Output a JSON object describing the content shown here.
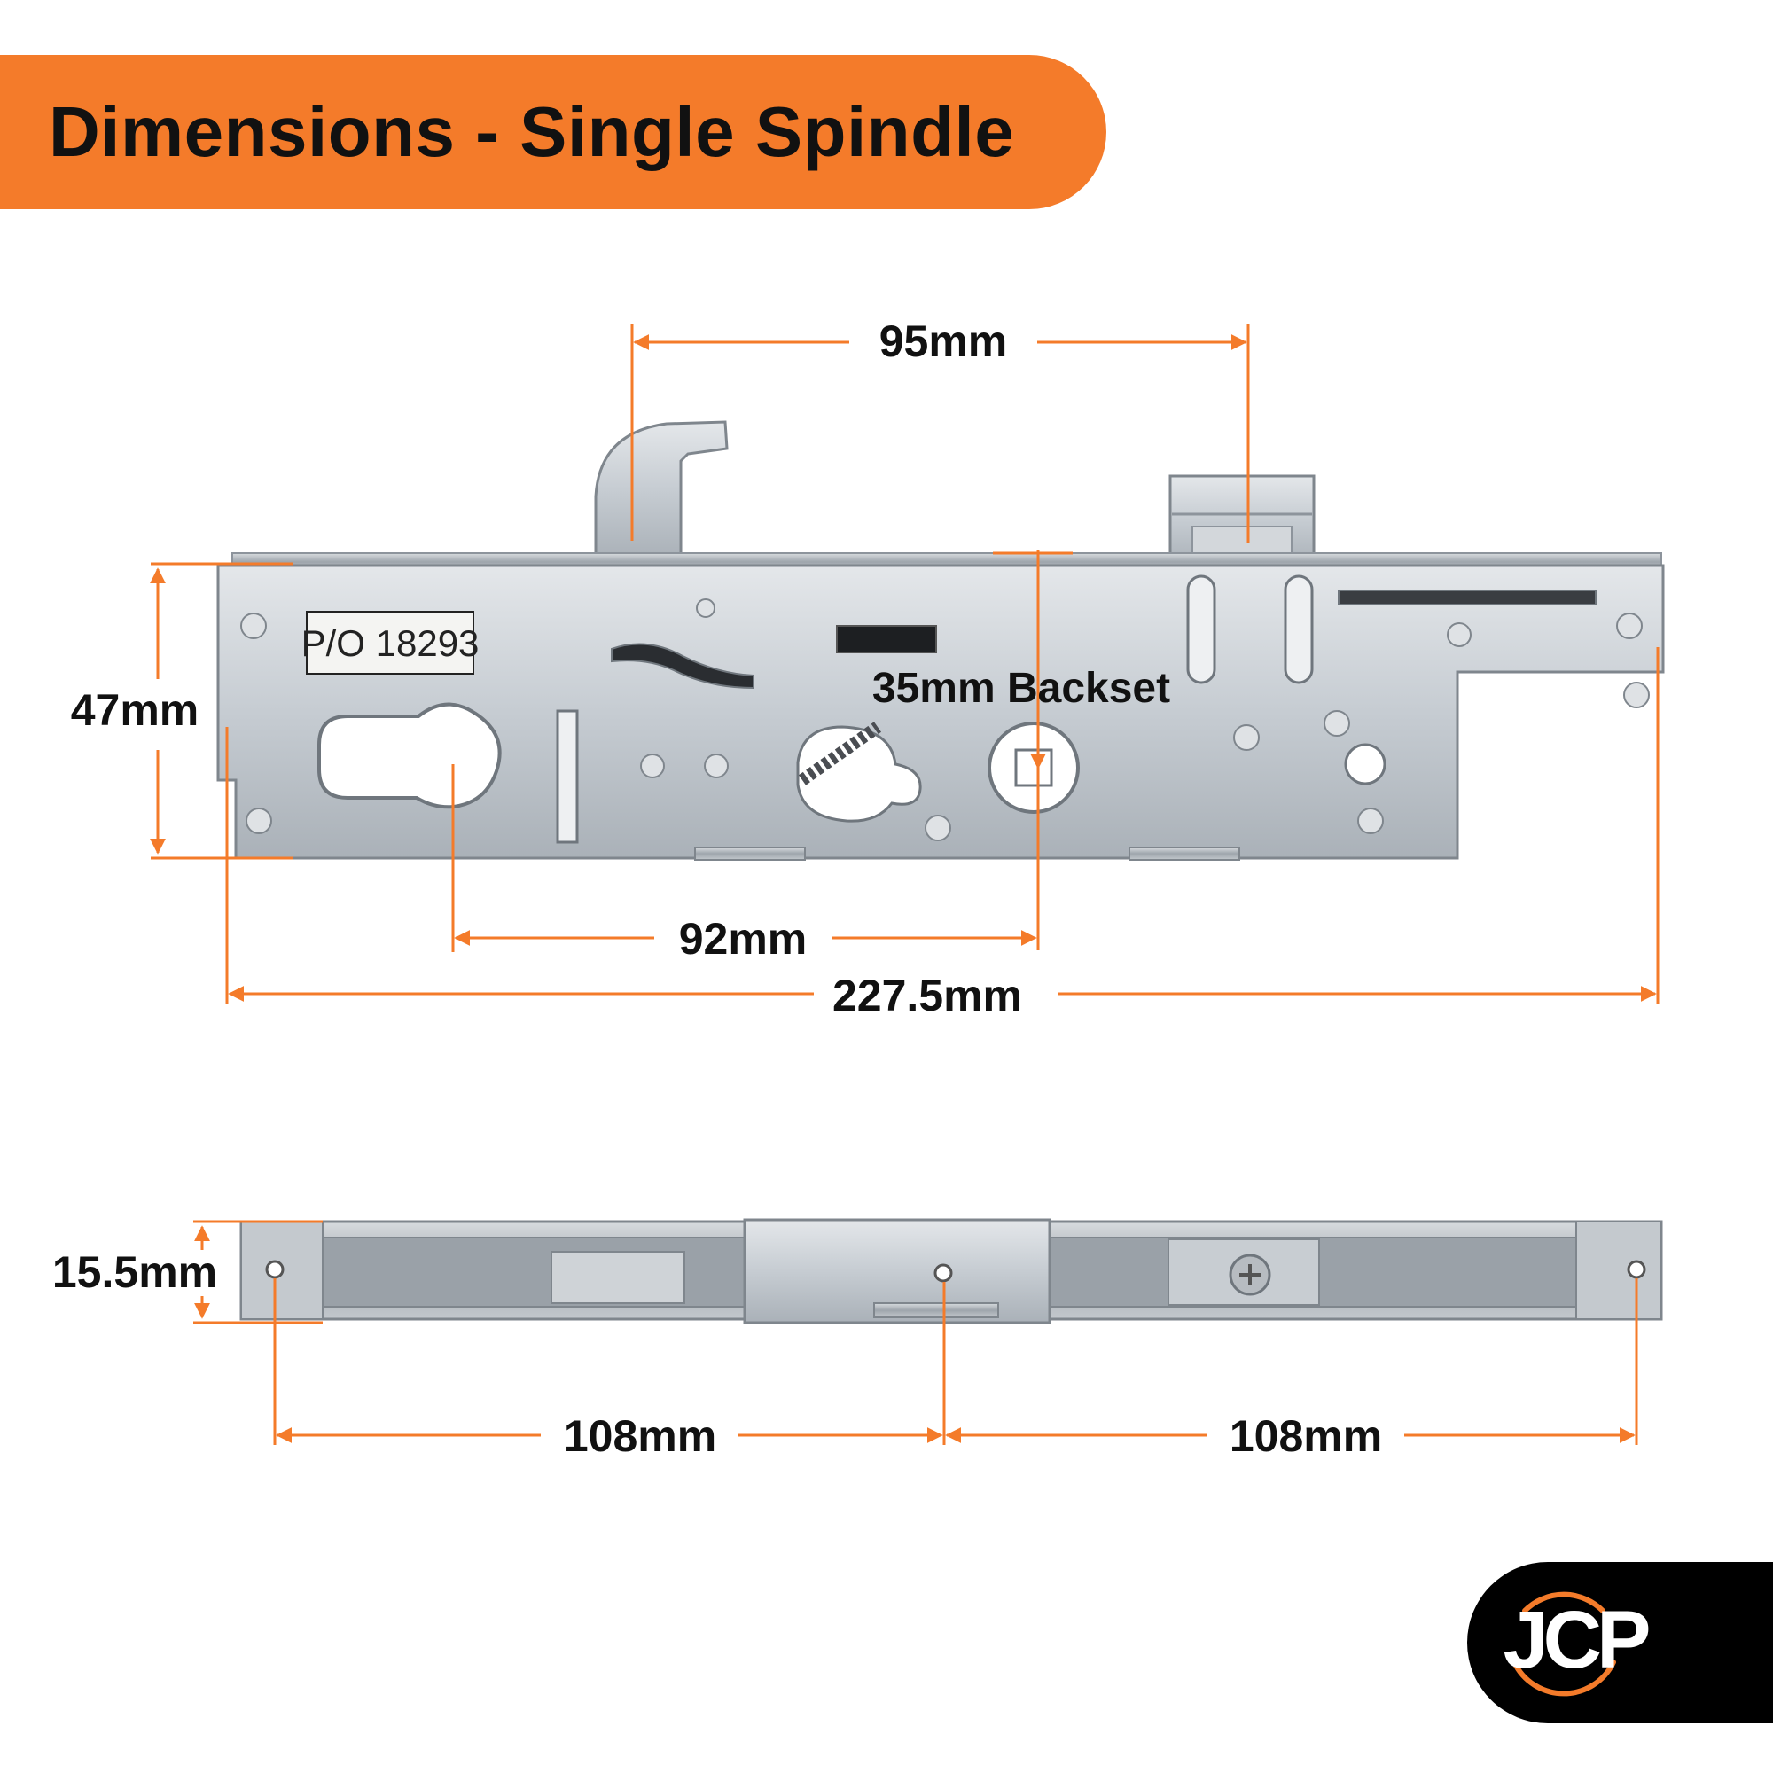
{
  "header": {
    "title": "Dimensions - Single Spindle"
  },
  "lock_body": {
    "label_plate": "P/O 18293"
  },
  "dimensions": {
    "hook_to_latch": "95mm",
    "backset": "35mm Backset",
    "height": "47mm",
    "keyhole_to_spindle": "92mm",
    "overall_length": "227.5mm",
    "faceplate_depth": "15.5mm",
    "left_fixing_to_centre": "108mm",
    "centre_to_right_fixing": "108mm"
  },
  "brand": {
    "logo_text": "JCP"
  },
  "colors": {
    "accent_orange": "#f47b2a",
    "steel": "#c9ced5",
    "steel_dark": "#8d949c",
    "text": "#111111",
    "logo_bg": "#000000"
  }
}
